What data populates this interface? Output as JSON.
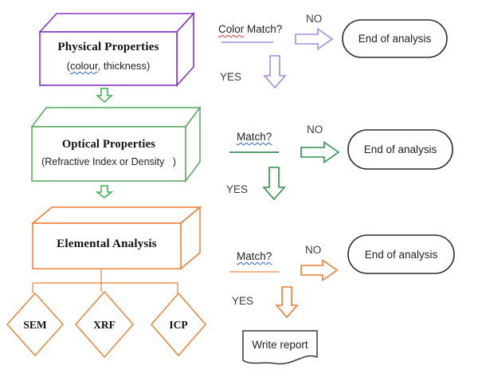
{
  "palette": {
    "purple": "#8633c7",
    "purple_light": "#a88ae2",
    "green": "#57a65f",
    "green_bright": "#35b24a",
    "green_dark": "#1f7a38",
    "orange": "#ed7d31",
    "orange_light": "#f49b64",
    "outline_dark": "#2b2b2b",
    "squiggle_red": "#e0382e",
    "squiggle_blue": "#2f5fd0"
  },
  "boxes": {
    "physical": {
      "title": "Physical Properties",
      "subtitle_prefix": "(",
      "subtitle_word": "colour",
      "subtitle_rest": ", thickness)"
    },
    "optical": {
      "title": "Optical Properties",
      "subtitle": "(Refractive Index or Density   )"
    },
    "elemental": {
      "title": "Elemental Analysis"
    }
  },
  "methods": [
    {
      "label": "SEM"
    },
    {
      "label": "XRF"
    },
    {
      "label": "ICP"
    }
  ],
  "decisions": [
    {
      "question_word": "Color",
      "question_rest": " Match?",
      "no": "NO",
      "yes": "YES",
      "end": "End of analysis"
    },
    {
      "question": "Match?",
      "no": "NO",
      "yes": "YES",
      "end": "End of analysis"
    },
    {
      "question": "Match?",
      "no": "NO",
      "yes": "YES",
      "end": "End of analysis"
    }
  ],
  "report": {
    "label": "Write report"
  }
}
